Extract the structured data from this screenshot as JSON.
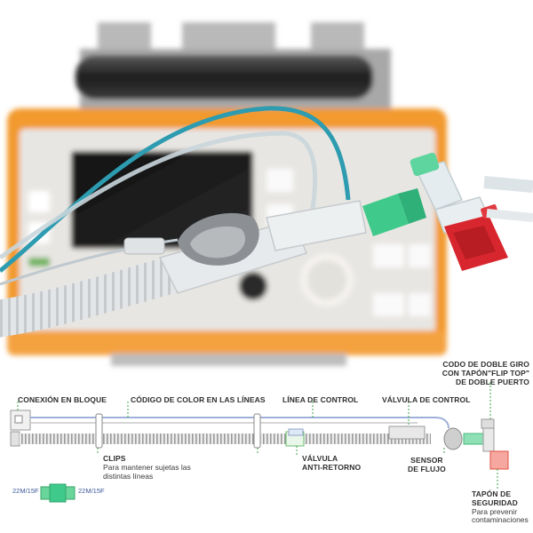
{
  "labels": {
    "conexion_bloque": "CONEXIÓN EN BLOQUE",
    "codigo_color": "CÓDIGO DE COLOR EN LAS LÍNEAS",
    "linea_control": "LÍNEA DE CONTROL",
    "valvula_control": "VÁLVULA DE CONTROL",
    "codo_line1": "CODO DE DOBLE GIRO",
    "codo_line2": "CON TAPÓN\"FLIP TOP\"",
    "codo_line3": "DE DOBLE PUERTO",
    "clips_title": "CLIPS",
    "clips_desc1": "Para mantener sujetas las",
    "clips_desc2": "distintas líneas",
    "valvula_anti_line1": "VÁLVULA",
    "valvula_anti_line2": "ANTI-RETORNO",
    "sensor_line1": "SENSOR",
    "sensor_line2": "DE FLUJO",
    "tapon_line1": "TAPÓN DE",
    "tapon_line2": "SEGURIDAD",
    "tapon_desc1": "Para prevenir",
    "tapon_desc2": "contaminaciones",
    "connector_left": "22M/15F",
    "connector_right": "22M/15F"
  },
  "colors": {
    "label_text": "#2f2f2f",
    "leader_green": "#3aa54a",
    "leader_blue": "#6f86c0",
    "machine_orange": "#f29a2e",
    "connector_green": "#3fc98a",
    "cap_red": "#d8262e",
    "line_teal": "#2d9bb0"
  }
}
